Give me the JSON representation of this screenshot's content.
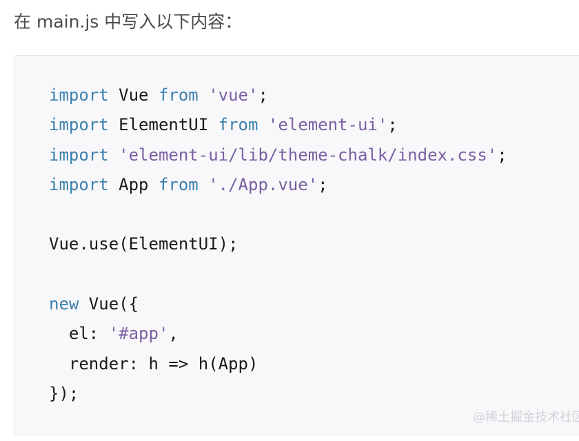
{
  "intro_text": "在 main.js 中写入以下内容：",
  "code_lines": [
    [
      {
        "t": "import",
        "c": "kw"
      },
      {
        "t": " Vue ",
        "c": "plain"
      },
      {
        "t": "from",
        "c": "kw"
      },
      {
        "t": " ",
        "c": "plain"
      },
      {
        "t": "'vue'",
        "c": "str"
      },
      {
        "t": ";",
        "c": "plain"
      }
    ],
    [
      {
        "t": "import",
        "c": "kw"
      },
      {
        "t": " ElementUI ",
        "c": "plain"
      },
      {
        "t": "from",
        "c": "kw"
      },
      {
        "t": " ",
        "c": "plain"
      },
      {
        "t": "'element-ui'",
        "c": "str"
      },
      {
        "t": ";",
        "c": "plain"
      }
    ],
    [
      {
        "t": "import",
        "c": "kw"
      },
      {
        "t": " ",
        "c": "plain"
      },
      {
        "t": "'element-ui/lib/theme-chalk/index.css'",
        "c": "str"
      },
      {
        "t": ";",
        "c": "plain"
      }
    ],
    [
      {
        "t": "import",
        "c": "kw"
      },
      {
        "t": " App ",
        "c": "plain"
      },
      {
        "t": "from",
        "c": "kw"
      },
      {
        "t": " ",
        "c": "plain"
      },
      {
        "t": "'./App.vue'",
        "c": "str"
      },
      {
        "t": ";",
        "c": "plain"
      }
    ],
    [],
    [
      {
        "t": "Vue.use(ElementUI);",
        "c": "plain"
      }
    ],
    [],
    [
      {
        "t": "new",
        "c": "kw"
      },
      {
        "t": " Vue({",
        "c": "plain"
      }
    ],
    [
      {
        "t": "  el: ",
        "c": "plain"
      },
      {
        "t": "'#app'",
        "c": "str"
      },
      {
        "t": ",",
        "c": "plain"
      }
    ],
    [
      {
        "t": "  render: h => h(App)",
        "c": "plain"
      }
    ],
    [
      {
        "t": "});",
        "c": "plain"
      }
    ]
  ],
  "watermark": "@稀土掘金技术社区",
  "colors": {
    "keyword": "#3c7fae",
    "string": "#7a5fa3",
    "plain": "#1a1a1a",
    "code_background": "#f8f8fa"
  }
}
